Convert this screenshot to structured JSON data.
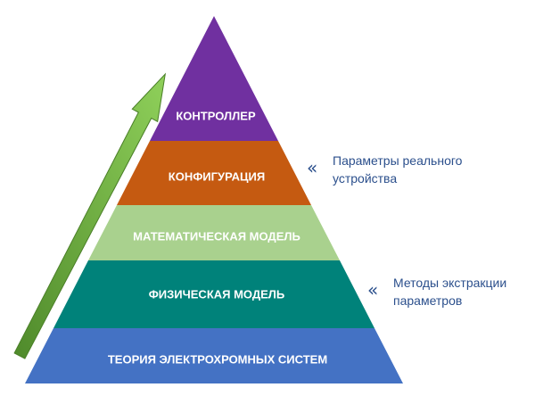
{
  "pyramid": {
    "tiers": [
      {
        "label": "КОНТРОЛЛЕР",
        "color": "#7030a0"
      },
      {
        "label": "КОНФИГУРАЦИЯ",
        "color": "#c55a11"
      },
      {
        "label": "МАТЕМАТИЧЕСКАЯ МОДЕЛЬ",
        "color": "#a9d18e"
      },
      {
        "label": "ФИЗИЧЕСКАЯ МОДЕЛЬ",
        "color": "#00827a"
      },
      {
        "label": "ТЕОРИЯ ЭЛЕКТРОХРОМНЫХ СИСТЕМ",
        "color": "#4472c4"
      }
    ]
  },
  "arrow": {
    "color": "#70ad47",
    "direction": "up"
  },
  "annotations": [
    {
      "marker": "«",
      "line1": "Параметры реального",
      "line2": "устройства",
      "color": "#2b4f8c"
    },
    {
      "marker": "«",
      "line1": "Методы экстракции",
      "line2": "параметров",
      "color": "#2b4f8c"
    }
  ]
}
